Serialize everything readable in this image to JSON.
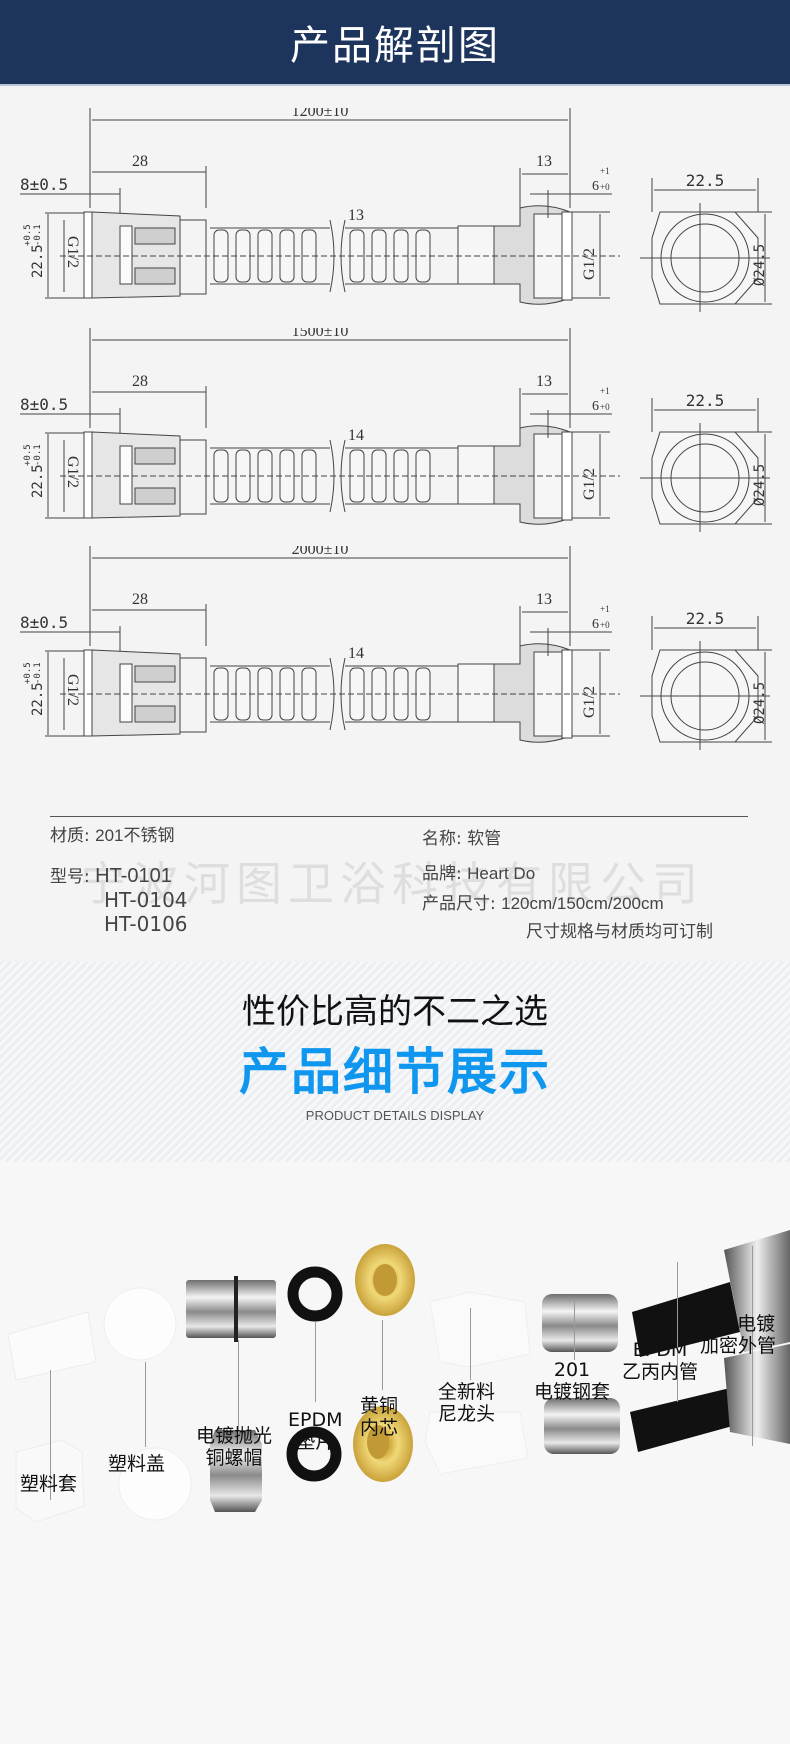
{
  "header": {
    "title": "产品解剖图",
    "bg_color": "#1d355c"
  },
  "drawings": [
    {
      "total_length": "1200±10",
      "left_nut_length": "28",
      "thread_depth": "8±0.5",
      "left_height": "22.5",
      "left_height_tol_upper": "+0.5",
      "left_height_tol_lower": "-0.1",
      "left_thread": "G1/2",
      "hose_dia": "13",
      "right_nut_length": "13",
      "right_gap": "6",
      "right_gap_tol_upper": "+1",
      "right_gap_tol_lower": "+0",
      "right_thread": "G1/2",
      "end_width": "22.5",
      "end_dia": "Ø24.5"
    },
    {
      "total_length": "1500±10",
      "left_nut_length": "28",
      "thread_depth": "8±0.5",
      "left_height": "22.5",
      "left_height_tol_upper": "+0.5",
      "left_height_tol_lower": "-0.1",
      "left_thread": "G1/2",
      "hose_dia": "14",
      "right_nut_length": "13",
      "right_gap": "6",
      "right_gap_tol_upper": "+1",
      "right_gap_tol_lower": "+0",
      "right_thread": "G1/2",
      "end_width": "22.5",
      "end_dia": "Ø24.5"
    },
    {
      "total_length": "2000±10",
      "left_nut_length": "28",
      "thread_depth": "8±0.5",
      "left_height": "22.5",
      "left_height_tol_upper": "+0.5",
      "left_height_tol_lower": "-0.1",
      "left_thread": "G1/2",
      "hose_dia": "14",
      "right_nut_length": "13",
      "right_gap": "6",
      "right_gap_tol_upper": "+1",
      "right_gap_tol_lower": "+0",
      "right_thread": "G1/2",
      "end_width": "22.5",
      "end_dia": "Ø24.5"
    }
  ],
  "specs": {
    "material_label": "材质:",
    "material_value": "201不锈钢",
    "model_label": "型号:",
    "models": [
      "HT-0101",
      "HT-0104",
      "HT-0106"
    ],
    "name_label": "名称:",
    "name_value": "软管",
    "brand_label": "品牌:",
    "brand_value": "Heart Do",
    "size_label": "产品尺寸:",
    "size_value": "120cm/150cm/200cm",
    "custom_note": "尺寸规格与材质均可订制",
    "watermark": "宁波河图卫浴科技有限公司"
  },
  "details": {
    "subtitle": "性价比高的不二之选",
    "title": "产品细节展示",
    "title_color": "#0f96ee",
    "english": "PRODUCT DETAILS DISPLAY"
  },
  "parts": [
    {
      "label": "塑料套"
    },
    {
      "label": "塑料盖"
    },
    {
      "line1": "电镀抛光",
      "line2": "铜螺帽"
    },
    {
      "line1": "EPDM",
      "line2": "垫片"
    },
    {
      "line1": "黄铜",
      "line2": "内芯"
    },
    {
      "line1": "全新料",
      "line2": "尼龙头"
    },
    {
      "line1": "201",
      "line2": "电镀钢套"
    },
    {
      "line1": "EPDM",
      "line2": "乙丙内管"
    },
    {
      "line1": "201电镀",
      "line2": "加密外管"
    }
  ]
}
